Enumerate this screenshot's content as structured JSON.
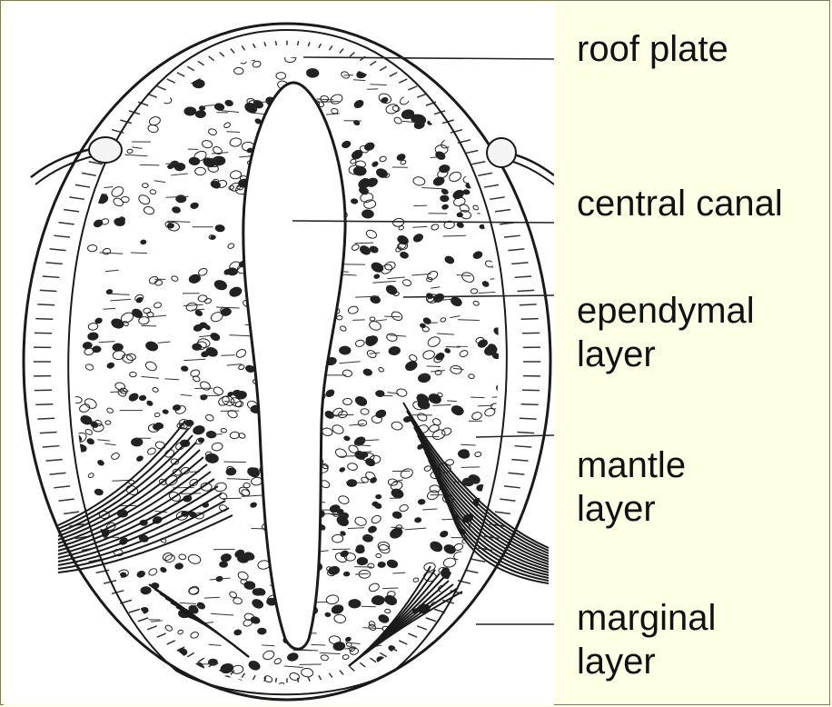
{
  "labels": {
    "roof_plate": "roof plate",
    "central_canal": "central canal",
    "ependymal_line1": "ependymal",
    "ependymal_line2": "layer",
    "mantle_line1": "mantle",
    "mantle_line2": "layer",
    "marginal_line1": "marginal",
    "marginal_line2": "layer"
  },
  "colors": {
    "background": "#ffffe6",
    "drawing": "#1a1a1a",
    "panel": "#ffffff"
  }
}
